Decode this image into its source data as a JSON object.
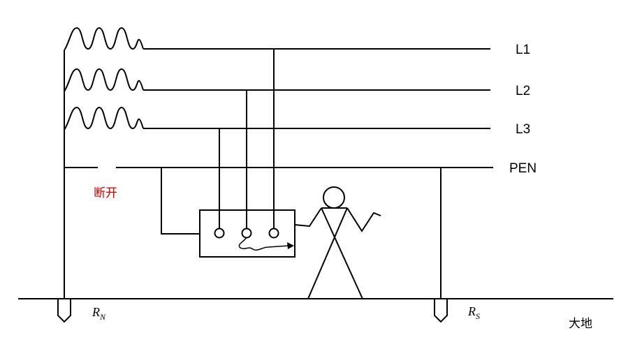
{
  "labels": {
    "l1": "L1",
    "l2": "L2",
    "l3": "L3",
    "pen": "PEN",
    "break": "断开",
    "rn_main": "R",
    "rn_sub": "N",
    "rs_main": "R",
    "rs_sub": "S",
    "earth": "大地"
  },
  "colors": {
    "line": "#000000",
    "break_text": "#cc0000"
  }
}
